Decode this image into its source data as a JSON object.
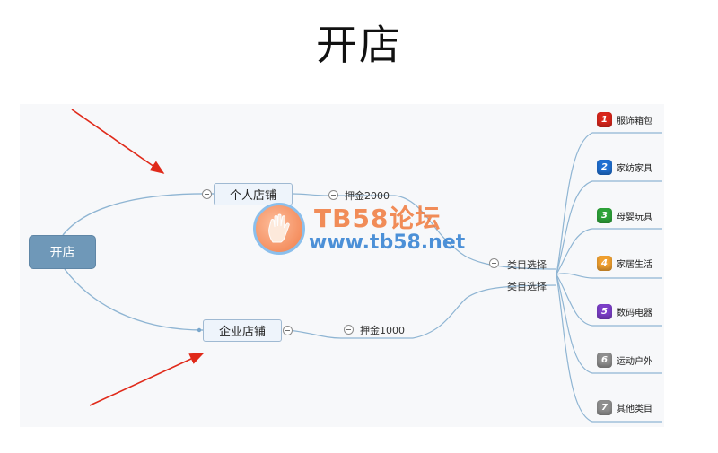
{
  "title": "开店",
  "root": {
    "label": "开店"
  },
  "branches": {
    "personal": {
      "label": "个人店铺",
      "deposit": "押金2000",
      "category_label": "类目选择"
    },
    "company": {
      "label": "企业店铺",
      "deposit": "押金1000",
      "category_label": "类目选择"
    }
  },
  "categories": [
    {
      "num": "1",
      "label": "服饰箱包",
      "color": "#d9261c"
    },
    {
      "num": "2",
      "label": "家纺家具",
      "color": "#1f6fd1"
    },
    {
      "num": "3",
      "label": "母婴玩具",
      "color": "#2ea33a"
    },
    {
      "num": "4",
      "label": "家居生活",
      "color": "#f0a030"
    },
    {
      "num": "5",
      "label": "数码电器",
      "color": "#7c3fc8"
    },
    {
      "num": "6",
      "label": "运动户外",
      "color": "#8f8f8f"
    },
    {
      "num": "7",
      "label": "其他类目",
      "color": "#8f8f8f"
    }
  ],
  "watermark": {
    "title": "TB58论坛",
    "url": "www.tb58.net"
  },
  "colors": {
    "link": "#8fb5d3",
    "arrow": "#e02a1a",
    "root": "#6f98b8"
  }
}
